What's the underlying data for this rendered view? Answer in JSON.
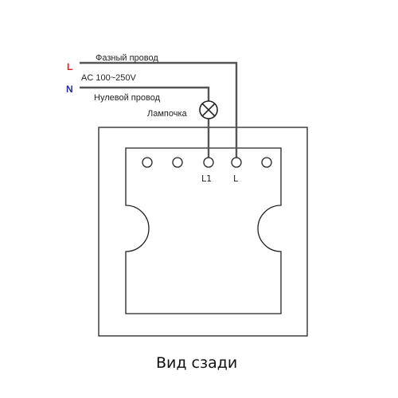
{
  "wires": {
    "phase_letter": "L",
    "neutral_letter": "N",
    "phase_label": "Фазный провод",
    "voltage_label": "AC 100~250V",
    "neutral_label": "Нулевой провод",
    "lamp_label": "Лампочка"
  },
  "terminals": {
    "l1_label": "L1",
    "l_label": "L"
  },
  "caption": "Вид сзади",
  "colors": {
    "phase_letter": "#e02020",
    "neutral_letter": "#2a2aa0",
    "wire": "#444444",
    "outline": "#222222"
  }
}
